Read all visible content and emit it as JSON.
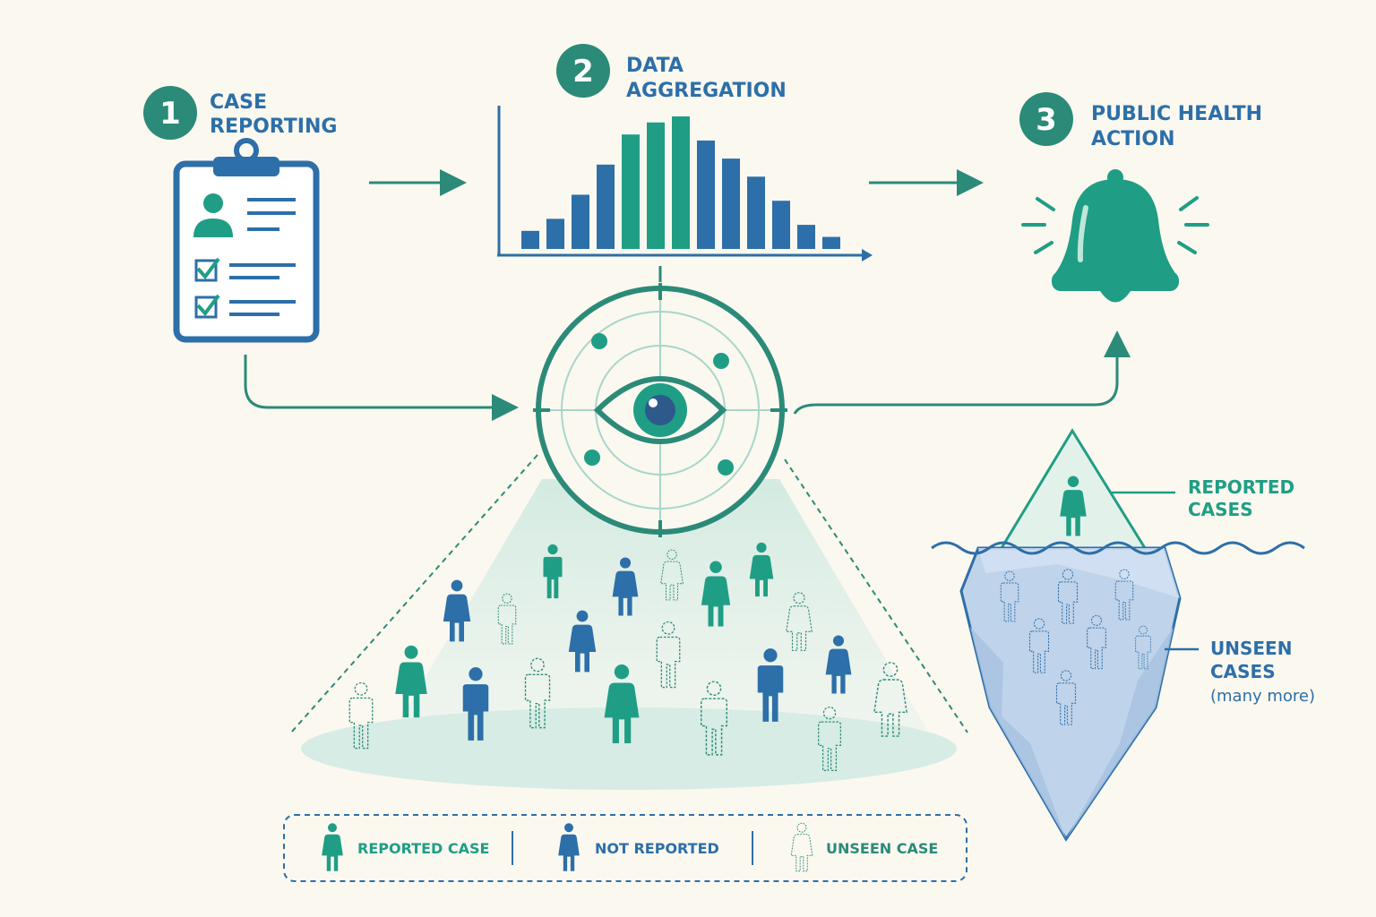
{
  "steps": [
    {
      "number": "1",
      "line1": "CASE",
      "line2": "REPORTING"
    },
    {
      "number": "2",
      "line1": "DATA",
      "line2": "AGGREGATION"
    },
    {
      "number": "3",
      "line1": "PUBLIC HEALTH",
      "line2": "ACTION"
    }
  ],
  "iceberg": {
    "reported_line1": "REPORTED",
    "reported_line2": "CASES",
    "unseen_line1": "UNSEEN",
    "unseen_line2": "CASES",
    "unseen_note": "(many more)"
  },
  "legend": {
    "reported": "REPORTED CASE",
    "not_reported": "NOT REPORTED",
    "unseen": "UNSEEN CASE"
  },
  "histogram": {
    "values": [
      3,
      5,
      9,
      14,
      19,
      21,
      22,
      18,
      15,
      12,
      8,
      4,
      2
    ]
  },
  "colors": {
    "teal": "#1f9e85",
    "blue": "#2d6fa8",
    "dark_teal": "#2b8a78",
    "light_fill": "#d8eee7"
  }
}
